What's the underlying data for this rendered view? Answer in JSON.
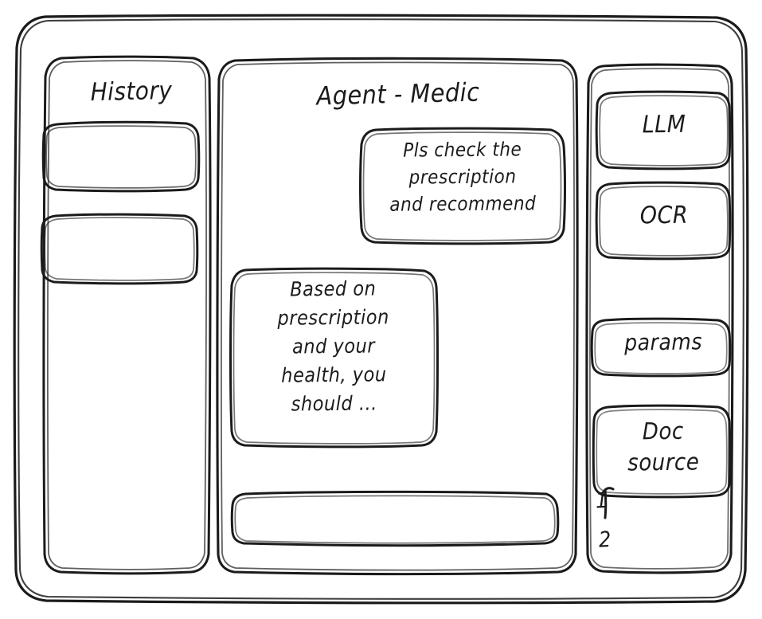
{
  "window": {
    "name": "agent-medic-wireframe"
  },
  "sidebar": {
    "title": "History",
    "items": [
      {
        "label": ""
      },
      {
        "label": ""
      }
    ]
  },
  "main": {
    "title": "Agent - Medic",
    "messages": [
      {
        "role": "user",
        "text": "Pls check the\nprescription\nand recommend"
      },
      {
        "role": "assistant",
        "text": "Based on\nprescription\nand your\nhealth, you\nshould ..."
      }
    ],
    "composer": {
      "value": "",
      "placeholder": ""
    }
  },
  "rightrail": {
    "buttons": [
      {
        "label": "LLM"
      },
      {
        "label": "OCR"
      },
      {
        "label": "params"
      },
      {
        "label": "Doc\nsource"
      }
    ],
    "doc_list": [
      {
        "label": "1"
      },
      {
        "label": "2"
      }
    ]
  },
  "colors": {
    "stroke": "#1b1b1b",
    "background": "#ffffff"
  }
}
